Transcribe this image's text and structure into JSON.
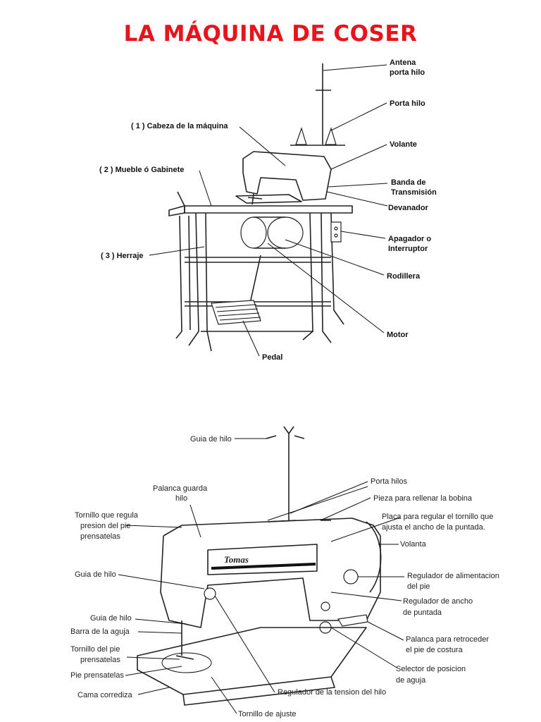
{
  "title": "LA MÁQUINA DE COSER",
  "colors": {
    "title": "#e8141c",
    "ink": "#111111"
  },
  "diagram1": {
    "labels": [
      {
        "id": "antena1",
        "text": "Antena"
      },
      {
        "id": "antena2",
        "text": "porta hilo"
      },
      {
        "id": "portahilo",
        "text": "Porta hilo"
      },
      {
        "id": "cabeza",
        "text": "( 1 ) Cabeza de la máquina"
      },
      {
        "id": "volante",
        "text": "Volante"
      },
      {
        "id": "mueble",
        "text": "( 2 ) Mueble ó Gabinete"
      },
      {
        "id": "banda1",
        "text": "Banda de"
      },
      {
        "id": "banda2",
        "text": "Transmisión"
      },
      {
        "id": "devanador",
        "text": "Devanador"
      },
      {
        "id": "apagador1",
        "text": "Apagador o"
      },
      {
        "id": "apagador2",
        "text": "Interruptor"
      },
      {
        "id": "herraje",
        "text": "( 3 ) Herraje"
      },
      {
        "id": "rodillera",
        "text": "Rodillera"
      },
      {
        "id": "motor",
        "text": "Motor"
      },
      {
        "id": "pedal",
        "text": "Pedal"
      }
    ]
  },
  "diagram2": {
    "brand": "Tomas",
    "labels": [
      {
        "id": "guia_top",
        "text": "Guia de hilo"
      },
      {
        "id": "portahilos",
        "text": "Porta hilos"
      },
      {
        "id": "palanca1",
        "text": "Palanca guarda"
      },
      {
        "id": "palanca2",
        "text": "hilo"
      },
      {
        "id": "pieza",
        "text": "Pieza para rellenar la bobina"
      },
      {
        "id": "tornillo1",
        "text": "Tornillo que regula"
      },
      {
        "id": "tornillo2",
        "text": "presion del pie"
      },
      {
        "id": "tornillo3",
        "text": "prensatelas"
      },
      {
        "id": "placa1",
        "text": "Placa para regular el tornillo que"
      },
      {
        "id": "placa2",
        "text": "ajusta el ancho de la puntada."
      },
      {
        "id": "volanta",
        "text": "Volanta"
      },
      {
        "id": "guia_mid",
        "text": "Guia de hilo"
      },
      {
        "id": "regalim1",
        "text": "Regulador de alimentacion"
      },
      {
        "id": "regalim2",
        "text": "del pie"
      },
      {
        "id": "regancho1",
        "text": "Regulador de ancho"
      },
      {
        "id": "regancho2",
        "text": "de puntada"
      },
      {
        "id": "guia_low",
        "text": "Guia de hilo"
      },
      {
        "id": "barra",
        "text": "Barra de la aguja"
      },
      {
        "id": "tornpie1",
        "text": "Tornillo del pie"
      },
      {
        "id": "tornpie2",
        "text": "prensatelas"
      },
      {
        "id": "retro1",
        "text": "Palanca para retroceder"
      },
      {
        "id": "retro2",
        "text": "el pie de costura"
      },
      {
        "id": "piepren",
        "text": "Pie prensatelas"
      },
      {
        "id": "selector1",
        "text": "Selector de posicion"
      },
      {
        "id": "selector2",
        "text": "de aguja"
      },
      {
        "id": "cama",
        "text": "Cama corrediza"
      },
      {
        "id": "regtension",
        "text": "Regulador de la tension del hilo"
      },
      {
        "id": "tornajuste",
        "text": "Tornillo de ajuste"
      }
    ]
  }
}
